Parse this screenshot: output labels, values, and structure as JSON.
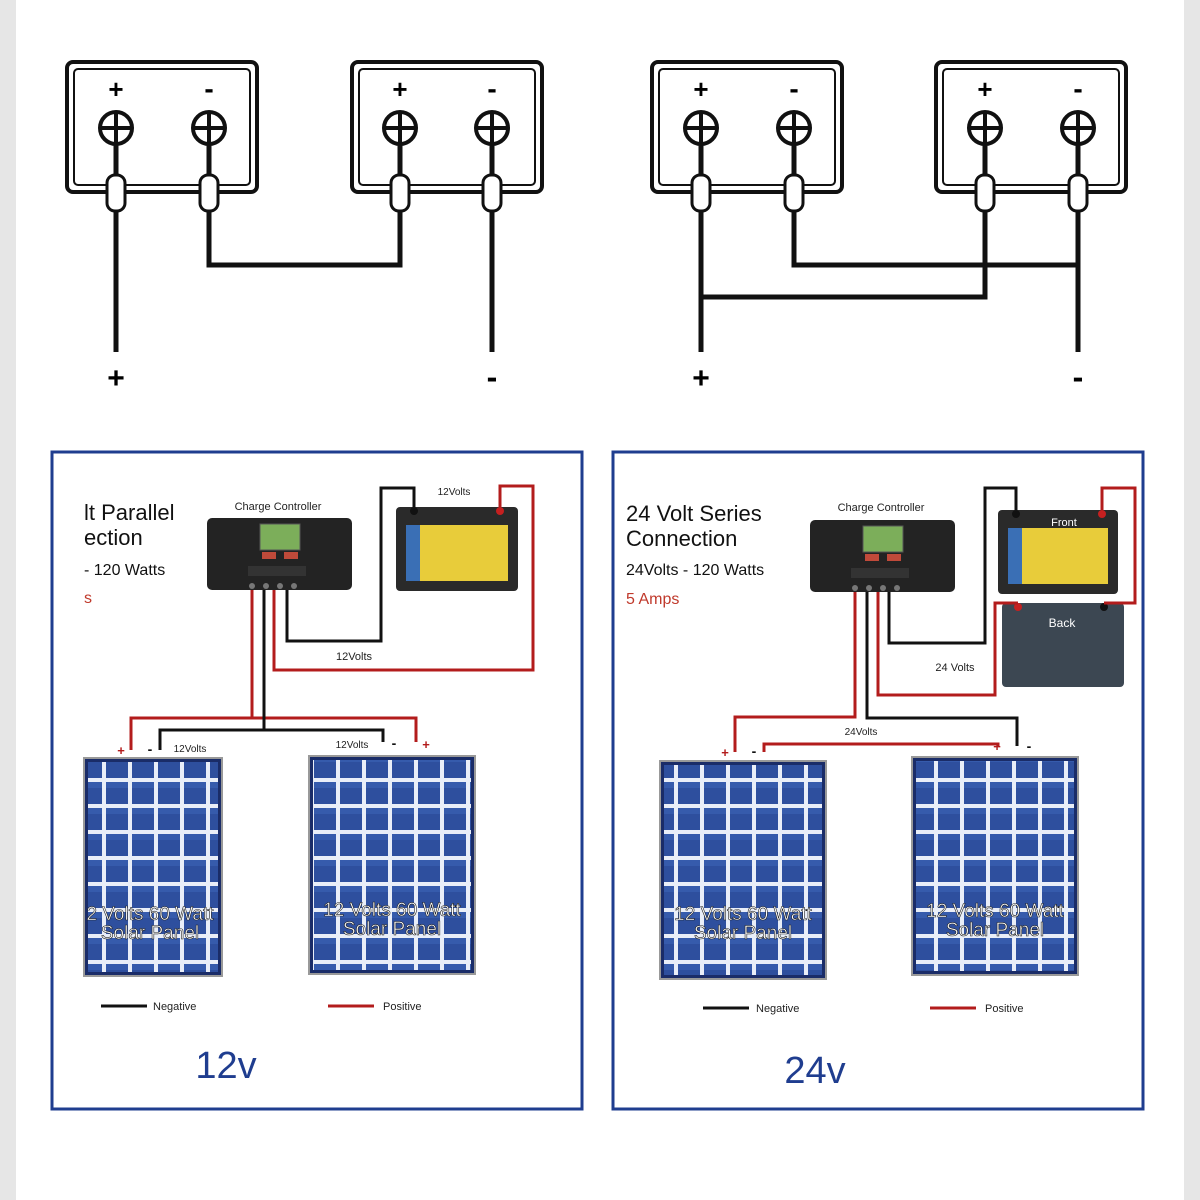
{
  "top_diagrams": {
    "battery_terminal_plus": "+",
    "battery_terminal_minus": "-",
    "left_output_plus": "+",
    "left_output_minus": "-",
    "right_output_plus": "+",
    "right_output_minus": "-"
  },
  "panel_12v": {
    "title_line1": "lt Parallel",
    "title_line2": "ection",
    "watts": "- 120 Watts",
    "amps": "s",
    "controller_label": "Charge Controller",
    "battery_label": "12Volts",
    "wire_label": "12Volts",
    "left_panel_wire_label": "12Volts",
    "right_panel_wire_label": "12Volts",
    "left_solar_line1": "2 Volts 60 Watt",
    "left_solar_line2": "Solar Panel",
    "right_solar_line1": "12 Volts 60 Watt",
    "right_solar_line2": "Solar Panel",
    "legend_negative": "Negative",
    "legend_positive": "Positive",
    "footer": "12v"
  },
  "panel_24v": {
    "title_line1": "24 Volt Series",
    "title_line2": "Connection",
    "watts": "24Volts - 120 Watts",
    "amps": "5 Amps",
    "controller_label": "Charge Controller",
    "battery_front_label": "Front",
    "battery_back_label": "Back",
    "wire_label": "24 Volts",
    "panel_wire_label": "24Volts",
    "left_solar_line1": "12 Volts 60 Watt",
    "left_solar_line2": "Solar Panel",
    "right_solar_line1": "12 Volts 60 Watt",
    "right_solar_line2": "Solar Panel",
    "legend_negative": "Negative",
    "legend_positive": "Positive",
    "footer": "24v"
  },
  "colors": {
    "wire_negative": "#111111",
    "wire_positive": "#b31c1c",
    "frame_border": "#1f3d8f",
    "footer_text": "#1f3d8f",
    "amps_text": "#c0392b",
    "solar_cell": "#2e4f9e"
  }
}
